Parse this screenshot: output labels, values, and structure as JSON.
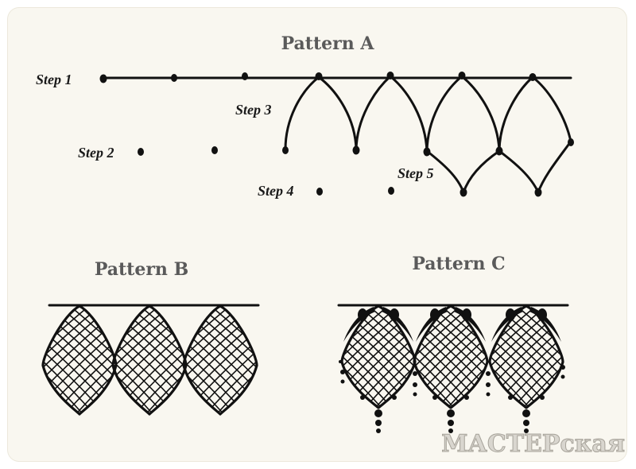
{
  "pattern_a": {
    "title": "Pattern A",
    "steps": [
      "Step 1",
      "Step 2",
      "Step 3",
      "Step 4",
      "Step 5"
    ]
  },
  "pattern_b": {
    "title": "Pattern B"
  },
  "pattern_c": {
    "title": "Pattern C"
  },
  "watermark": "МАСТЕРская",
  "colors": {
    "background": "#f9f7f0",
    "ink": "#111111",
    "title": "#5a5a5a"
  }
}
